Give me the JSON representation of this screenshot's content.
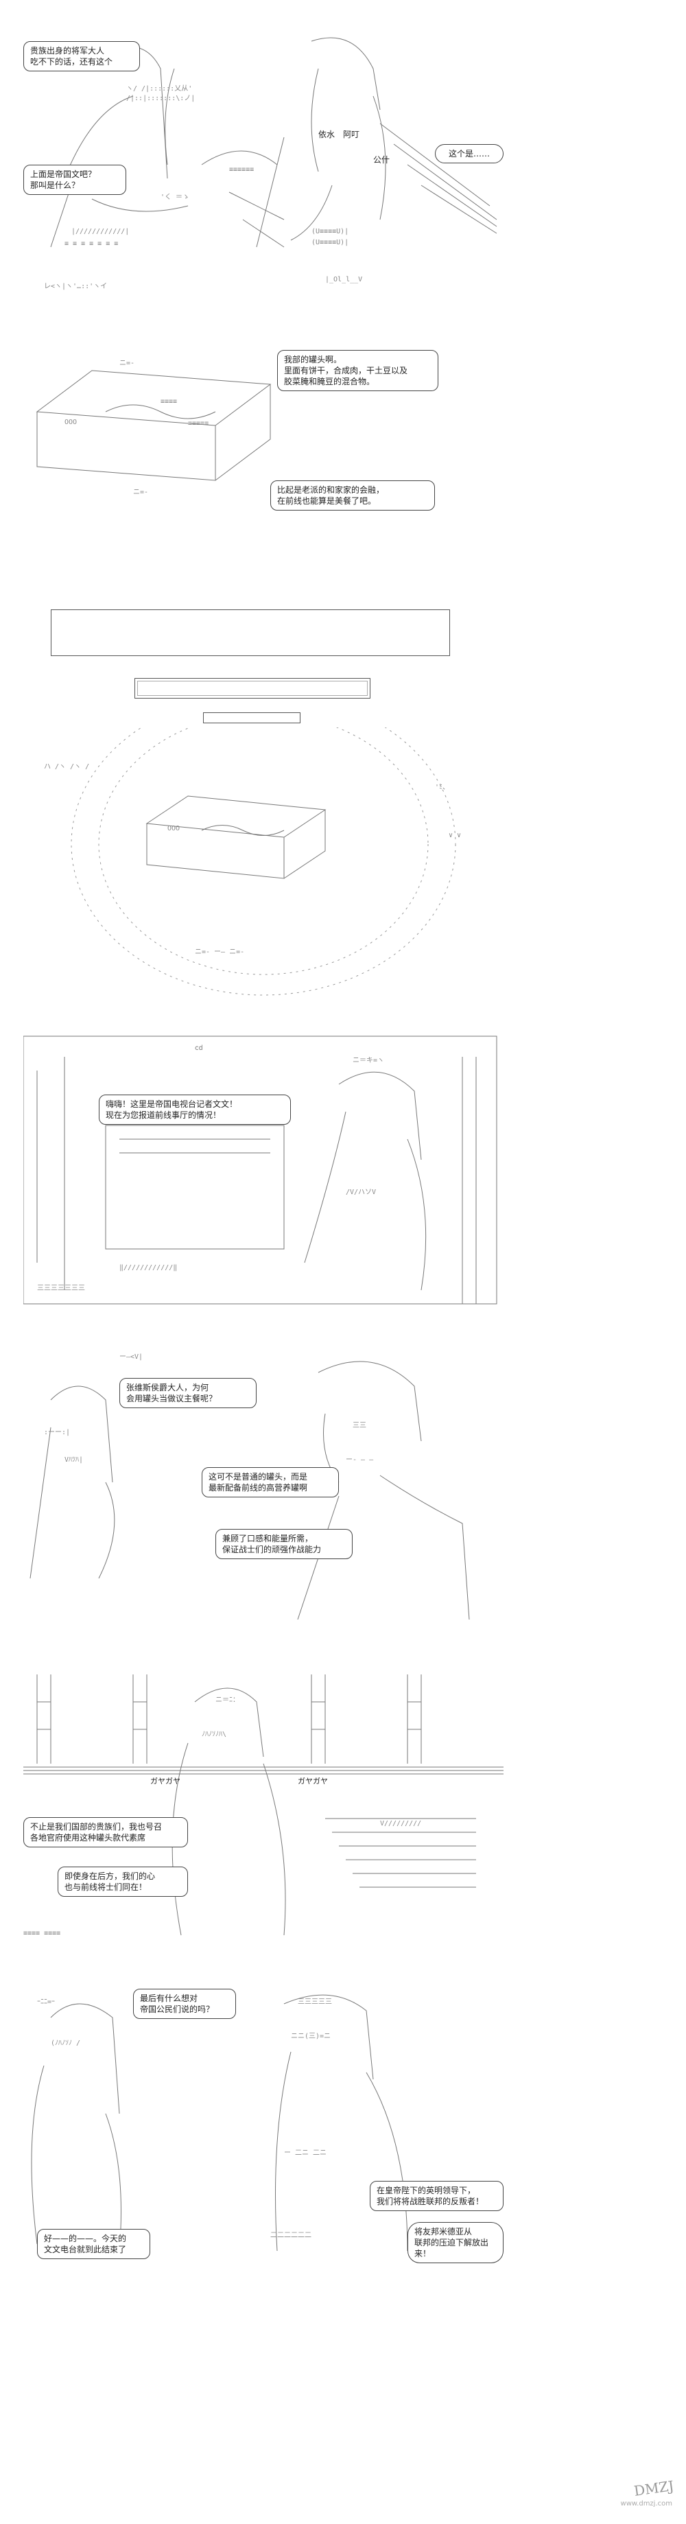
{
  "panel1": {
    "bubble_left_top": "贵族出身的将军大人\n吃不下的话，还有这个",
    "bubble_left_mid": "上面是帝国文吧？\n那叫是什么？",
    "label_names": "依水　阿叮",
    "label_sign": "公什",
    "bubble_right": "这个是……"
  },
  "panel2": {
    "label_ooo": "OOO",
    "bubble_top": "我部的罐头啊。\n里面有饼干，合成肉，干土豆以及\n胶菜腌和腌豆的混合物。",
    "bubble_bottom": "比起是老派的和家家的会融，\n在前线也能算是美餐了吧。"
  },
  "panel3": {
    "label_ooo": "OOO"
  },
  "panel4": {
    "bubble": "嗨嗨！这里是帝国电视台记者文文！\n现在为您报道前线事厅的情况！"
  },
  "panel5": {
    "bubble_left": "张维斯侯爵大人，为何\n会用罐头当做议主餐呢？",
    "bubble_right_1": "这可不是普通的罐头，而是\n最新配备前线的高营养罐啊",
    "bubble_right_2": "兼顾了口感和能量所需，\n保证战士们的顽强作战能力"
  },
  "panel6": {
    "label_left": "ガヤガヤ",
    "label_right": "ガヤガヤ",
    "bubble_left": "不止是我们国部的贵族们，我也号召\n各地官府使用这种罐头款代素席",
    "bubble_mid": "即使身在后方，我们的心\n也与前线将士们同在！"
  },
  "panel7": {
    "bubble_top_left": "最后有什么想对\n帝国公民们说的吗？",
    "bubble_right": "在皇帝陛下的英明领导下，\n我们将将战胜联邦的反叛者！",
    "bubble_right_inner": "将友邦米德亚从\n联邦的压迫下解放出来！",
    "bubble_bottom_left": "好——的——。今天的\n文文电台就到此结束了"
  },
  "watermark": "DMZJ",
  "watermark_sub": "www.dmzj.com"
}
